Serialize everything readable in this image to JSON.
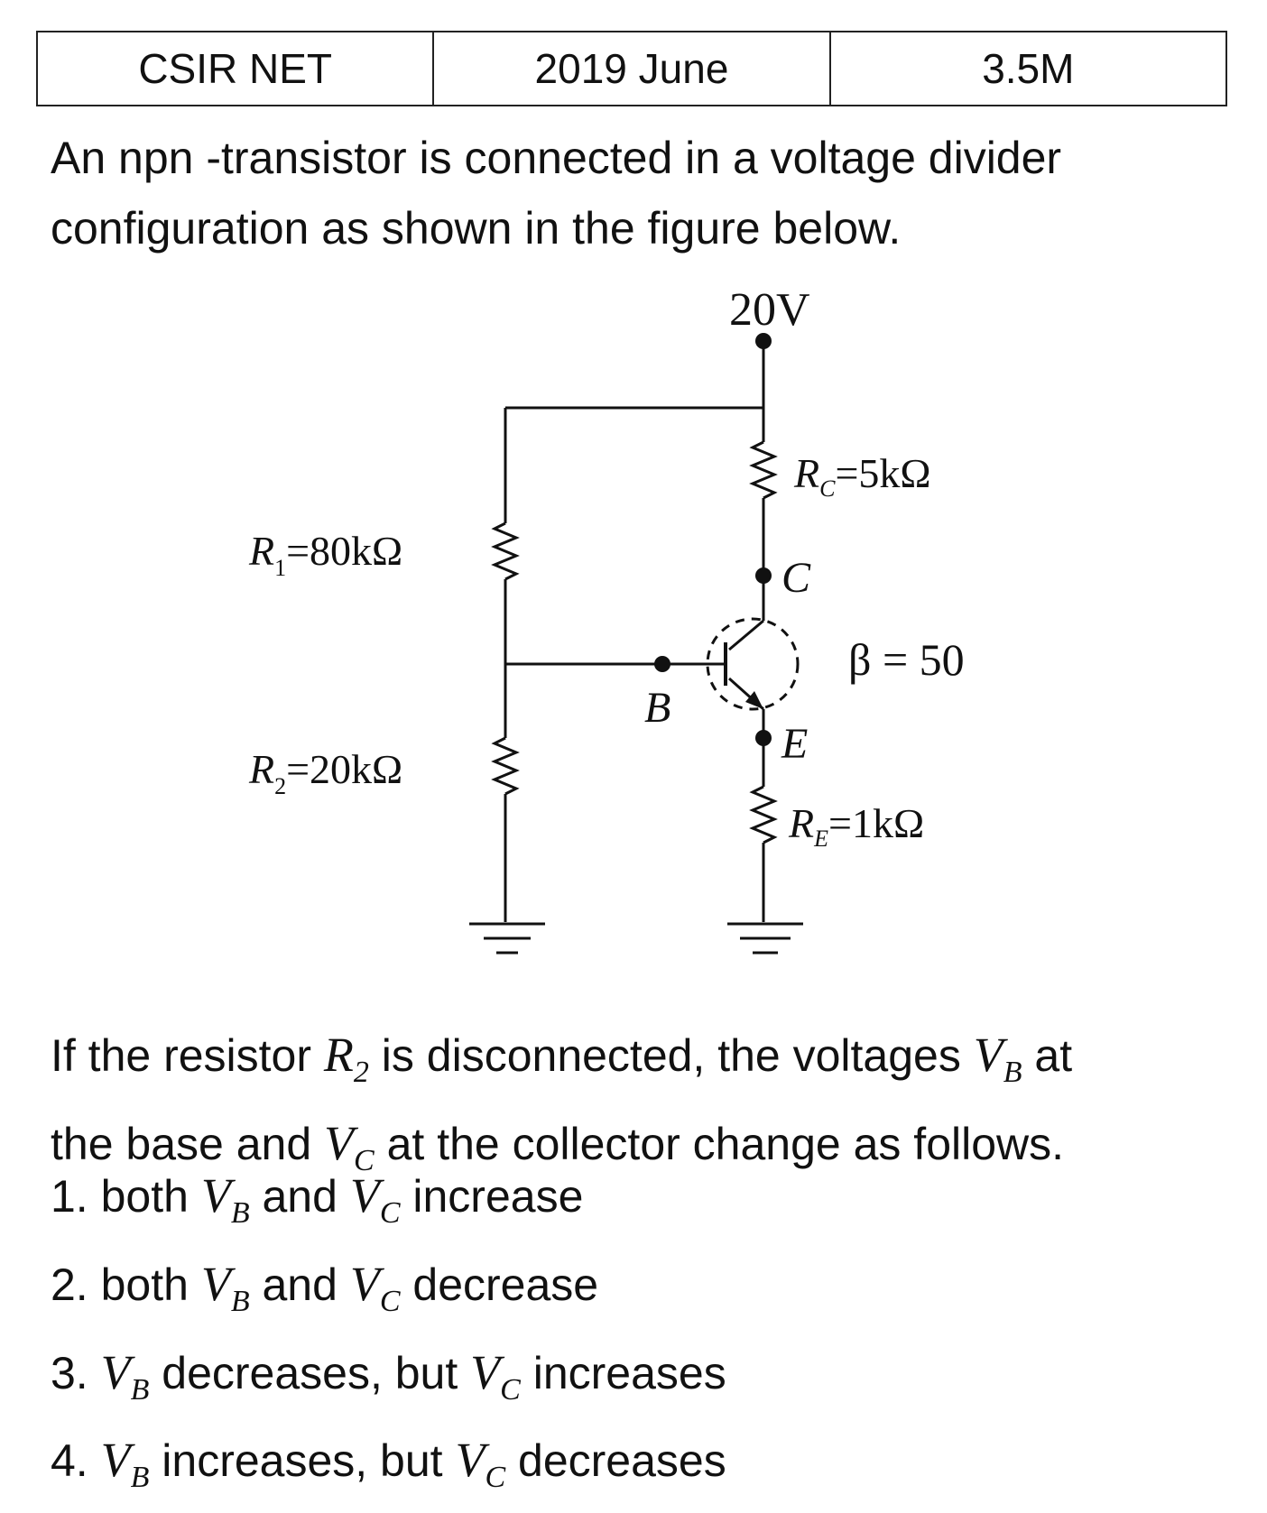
{
  "header": {
    "exam": "CSIR NET",
    "session": "2019 June",
    "marks": "3.5M"
  },
  "intro": {
    "line1": "An npn -transistor is connected in a voltage divider",
    "line2": "configuration as shown in the figure below."
  },
  "circuit": {
    "supply": "20V",
    "rc": "R",
    "rc_sub": "C",
    "rc_val": "=5kΩ",
    "r1": "R",
    "r1_sub": "1",
    "r1_val": "=80kΩ",
    "r2": "R",
    "r2_sub": "2",
    "r2_val": "=20kΩ",
    "re": "R",
    "re_sub": "E",
    "re_val": "=1kΩ",
    "node_c": "C",
    "node_b": "B",
    "node_e": "E",
    "beta": "β = 50"
  },
  "question": {
    "p1": "If the resistor ",
    "r": "R",
    "r_sub": "2",
    "p2": " is disconnected, the voltages ",
    "vb": "V",
    "vb_sub": "B",
    "p3": " at",
    "p4": "the base and ",
    "vc": "V",
    "vc_sub": "C",
    "p5": " at the collector change as follows."
  },
  "options": [
    {
      "num": "1.",
      "a": " both ",
      "v1": "V",
      "v1s": "B",
      "b": " and ",
      "v2": "V",
      "v2s": "C",
      "c": " increase"
    },
    {
      "num": "2.",
      "a": " both ",
      "v1": "V",
      "v1s": "B",
      "b": " and ",
      "v2": "V",
      "v2s": "C",
      "c": " decrease"
    },
    {
      "num": "3.",
      "a": " ",
      "v1": "V",
      "v1s": "B",
      "b": " decreases, but ",
      "v2": "V",
      "v2s": "C",
      "c": " increases"
    },
    {
      "num": "4.",
      "a": " ",
      "v1": "V",
      "v1s": "B",
      "b": " increases, but ",
      "v2": "V",
      "v2s": "C",
      "c": " decreases"
    }
  ]
}
